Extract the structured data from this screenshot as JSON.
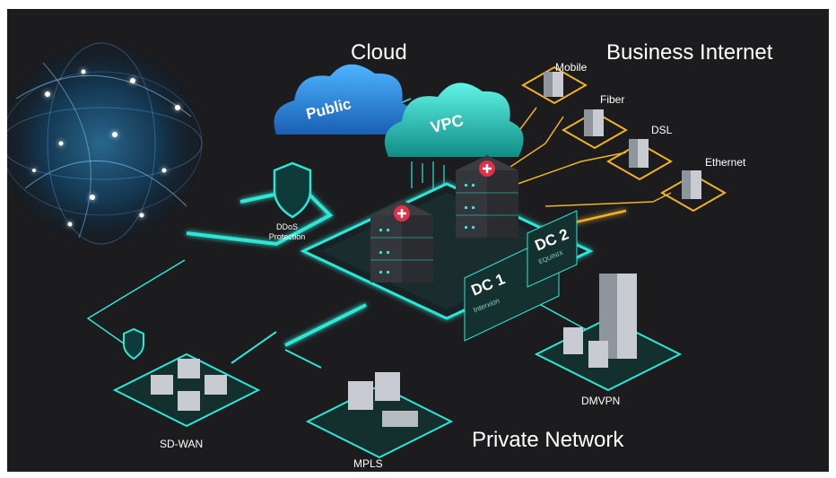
{
  "labels": {
    "cloud": "Cloud",
    "business_internet": "Business Internet",
    "private_network": "Private Network",
    "public": "Public",
    "vpc": "VPC",
    "mobile": "Mobile",
    "fiber": "Fiber",
    "dsl": "DSL",
    "ethernet": "Ethernet",
    "ddos_line1": "DDoS",
    "ddos_line2": "Protection",
    "dc1": "DC 1",
    "dc2": "DC 2",
    "dc1_brand": "Interxion",
    "dc2_brand": "EQUINIX",
    "sdwan": "SD-WAN",
    "mpls": "MPLS",
    "dmvpn": "DMVPN"
  },
  "colors": {
    "background": "#1c1c1e",
    "accent_teal": "#2ee6d6",
    "accent_gold": "#f2b22a",
    "building": "#d9dde2",
    "server_alert": "#e0304a"
  }
}
